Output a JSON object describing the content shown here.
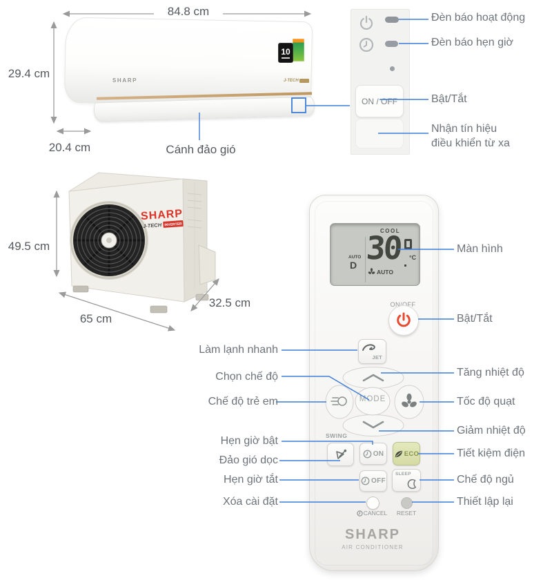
{
  "colors": {
    "callout_line": "#3b7cd9",
    "label_text": "#6d737a",
    "dimension_text": "#54585e",
    "accent_gold": "#c9a87c",
    "sharp_red": "#dd3327",
    "power_red": "#e8492f",
    "eco_bg": "#dde2b1",
    "lcd_bg": "#c7c9c4"
  },
  "indoor_unit": {
    "brand": "SHARP",
    "tech_badge": "J-TECH",
    "warranty_years": "10",
    "dim_width": "84.8 cm",
    "dim_height": "29.4 cm",
    "dim_depth": "20.4 cm",
    "callout_deflector": "Cánh đảo gió"
  },
  "panel_closeup": {
    "power_button": "ON / OFF",
    "callout_operation_light": "Đèn báo hoạt động",
    "callout_timer_light": "Đèn báo hẹn giờ",
    "callout_power": "Bật/Tắt",
    "callout_receiver_line1": "Nhận tín hiệu",
    "callout_receiver_line2": "điều khiển từ xa"
  },
  "outdoor_unit": {
    "brand": "SHARP",
    "tech_badge": "J-TECH",
    "tech_badge2": "INVERTER",
    "dim_height": "49.5 cm",
    "dim_width": "65 cm",
    "dim_depth": "32.5 cm"
  },
  "remote": {
    "display": {
      "mode": "COOL",
      "temperature": "30",
      "unit": "°C",
      "swing_small": "AUTO",
      "swing_letter": "D",
      "fan_mode": "AUTO"
    },
    "power_label": "ON/OFF",
    "buttons": {
      "jet": "JET",
      "mode": "MODE",
      "swing_section": "SWING",
      "timer_on": "ON",
      "eco": "ECO",
      "timer_off": "OFF",
      "sleep": "SLEEP",
      "cancel": "CANCEL",
      "reset": "RESET"
    },
    "brand": "SHARP",
    "brand_sub": "AIR CONDITIONER",
    "callouts_left": [
      "Làm lạnh nhanh",
      "Chọn chế độ",
      "Chế độ trẻ em",
      "Hẹn giờ bật",
      "Đảo gió dọc",
      "Hẹn giờ tắt",
      "Xóa cài đặt"
    ],
    "callouts_right": [
      "Màn hình",
      "Bật/Tắt",
      "Tăng nhiệt độ",
      "Tốc độ quạt",
      "Giảm nhiệt độ",
      "Tiết kiệm điện",
      "Chế độ ngủ",
      "Thiết lập lại"
    ]
  }
}
